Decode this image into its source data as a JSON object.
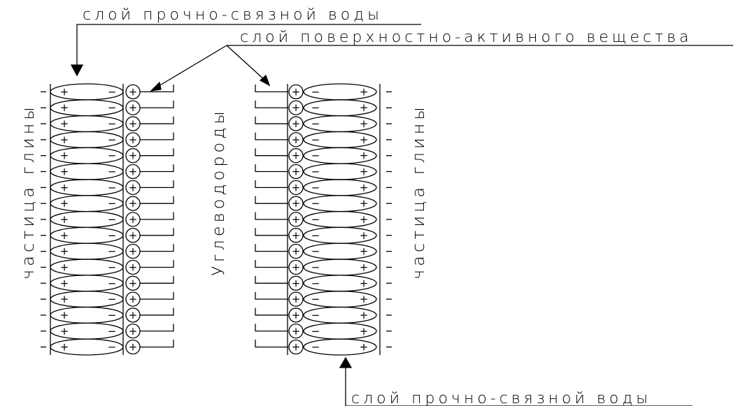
{
  "labels": {
    "top_water_layer": "слой прочно-связной воды",
    "surfactant_layer": "слой поверхностно-активного вещества",
    "bottom_water_layer": "слой прочно-связной воды",
    "clay_particle_left": "частица глины",
    "hydrocarbons": "Углеводороды",
    "clay_particle_right": "частица глины"
  },
  "diagram": {
    "rows": 17,
    "symbols": {
      "plus": "+",
      "minus": "−"
    }
  }
}
